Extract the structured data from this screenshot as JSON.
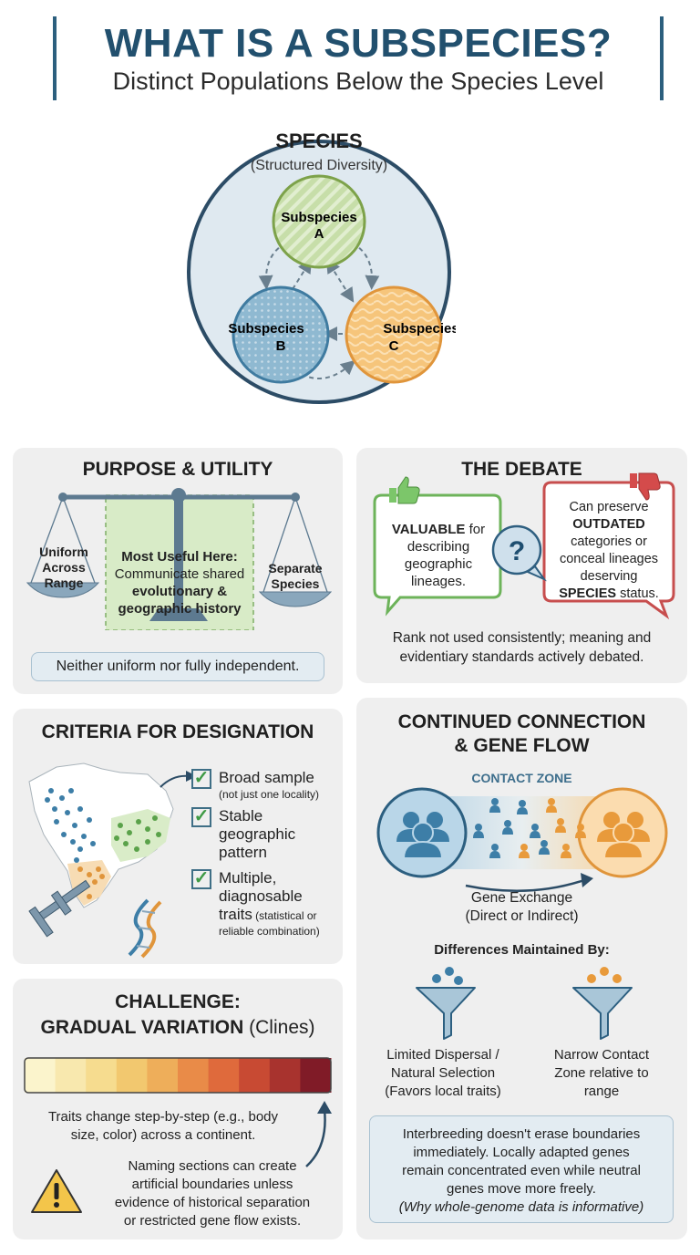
{
  "header": {
    "title": "WHAT IS A SUBSPECIES?",
    "subtitle": "Distinct Populations Below the Species Level"
  },
  "species_diagram": {
    "title": "SPECIES",
    "subtitle": "(Structured Diversity)",
    "subspecies": [
      {
        "line1": "Subspecies",
        "line2": "A",
        "color": "#b9d59a"
      },
      {
        "line1": "Subspecies",
        "line2": "B",
        "color": "#8db7cf"
      },
      {
        "line1": "Subspecies",
        "line2": "C",
        "color": "#f4c27a"
      }
    ]
  },
  "purpose": {
    "title": "PURPOSE & UTILITY",
    "left_label": [
      "Uniform",
      "Across",
      "Range"
    ],
    "center_heading": "Most Useful Here:",
    "center_lines": [
      "Communicate shared",
      "evolutionary &",
      "geographic history"
    ],
    "right_label": [
      "Separate",
      "Species"
    ],
    "footer": "Neither uniform nor fully independent."
  },
  "debate": {
    "title": "THE DEBATE",
    "left_bubble": {
      "bold": "VALUABLE",
      "line1_rest": " for",
      "lines": [
        "describing",
        "geographic",
        "lineages."
      ]
    },
    "question": "?",
    "right_bubble": {
      "line1": "Can preserve",
      "bold1": "OUTDATED",
      "lines": [
        "categories or",
        "conceal lineages",
        "deserving"
      ],
      "bold2": "SPECIES",
      "last_rest": " status."
    },
    "footer_lines": [
      "Rank not used consistently; meaning and",
      "evidentiary standards actively debated."
    ]
  },
  "criteria": {
    "title": "CRITERIA FOR DESIGNATION",
    "items": [
      {
        "lines": [
          "Broad sample"
        ],
        "small": "(not just one locality)"
      },
      {
        "lines": [
          "Stable",
          "geographic",
          "pattern"
        ],
        "small": ""
      },
      {
        "lines": [
          "Multiple,",
          "diagnosable",
          "traits"
        ],
        "small_inline": " (statistical or",
        "small": "reliable combination)"
      }
    ]
  },
  "challenge": {
    "title_line1": "CHALLENGE:",
    "title_line2_bold": "GRADUAL VARIATION",
    "title_line2_rest": " (Clines)",
    "gradient": [
      "#fbf4cc",
      "#f8e8ae",
      "#f6dc8f",
      "#f2c86f",
      "#eeae5a",
      "#e98b48",
      "#df6a3c",
      "#c84a33",
      "#a8332e",
      "#801b27"
    ],
    "text_lines": [
      "Traits change step-by-step (e.g., body",
      "size, color) across a continent."
    ],
    "warning_lines": [
      "Naming sections can create",
      "artificial boundaries unless",
      "evidence of historical separation",
      "or restricted gene flow exists."
    ]
  },
  "gene_flow": {
    "title_line1": "CONTINUED CONNECTION",
    "title_line2": "& GENE FLOW",
    "contact_zone": "CONTACT ZONE",
    "exchange_lines": [
      "Gene Exchange",
      "(Direct or Indirect)"
    ],
    "maintained_title": "Differences Maintained By:",
    "left_funnel_lines": [
      "Limited Dispersal /",
      "Natural Selection",
      "(Favors local traits)"
    ],
    "right_funnel_lines": [
      "Narrow Contact",
      "Zone relative to",
      "range"
    ],
    "note_lines": [
      "Interbreeding doesn't erase boundaries",
      "immediately. Locally adapted genes",
      "remain concentrated even while neutral",
      "genes move more freely."
    ],
    "note_italic": "(Why whole-genome data is informative)"
  }
}
